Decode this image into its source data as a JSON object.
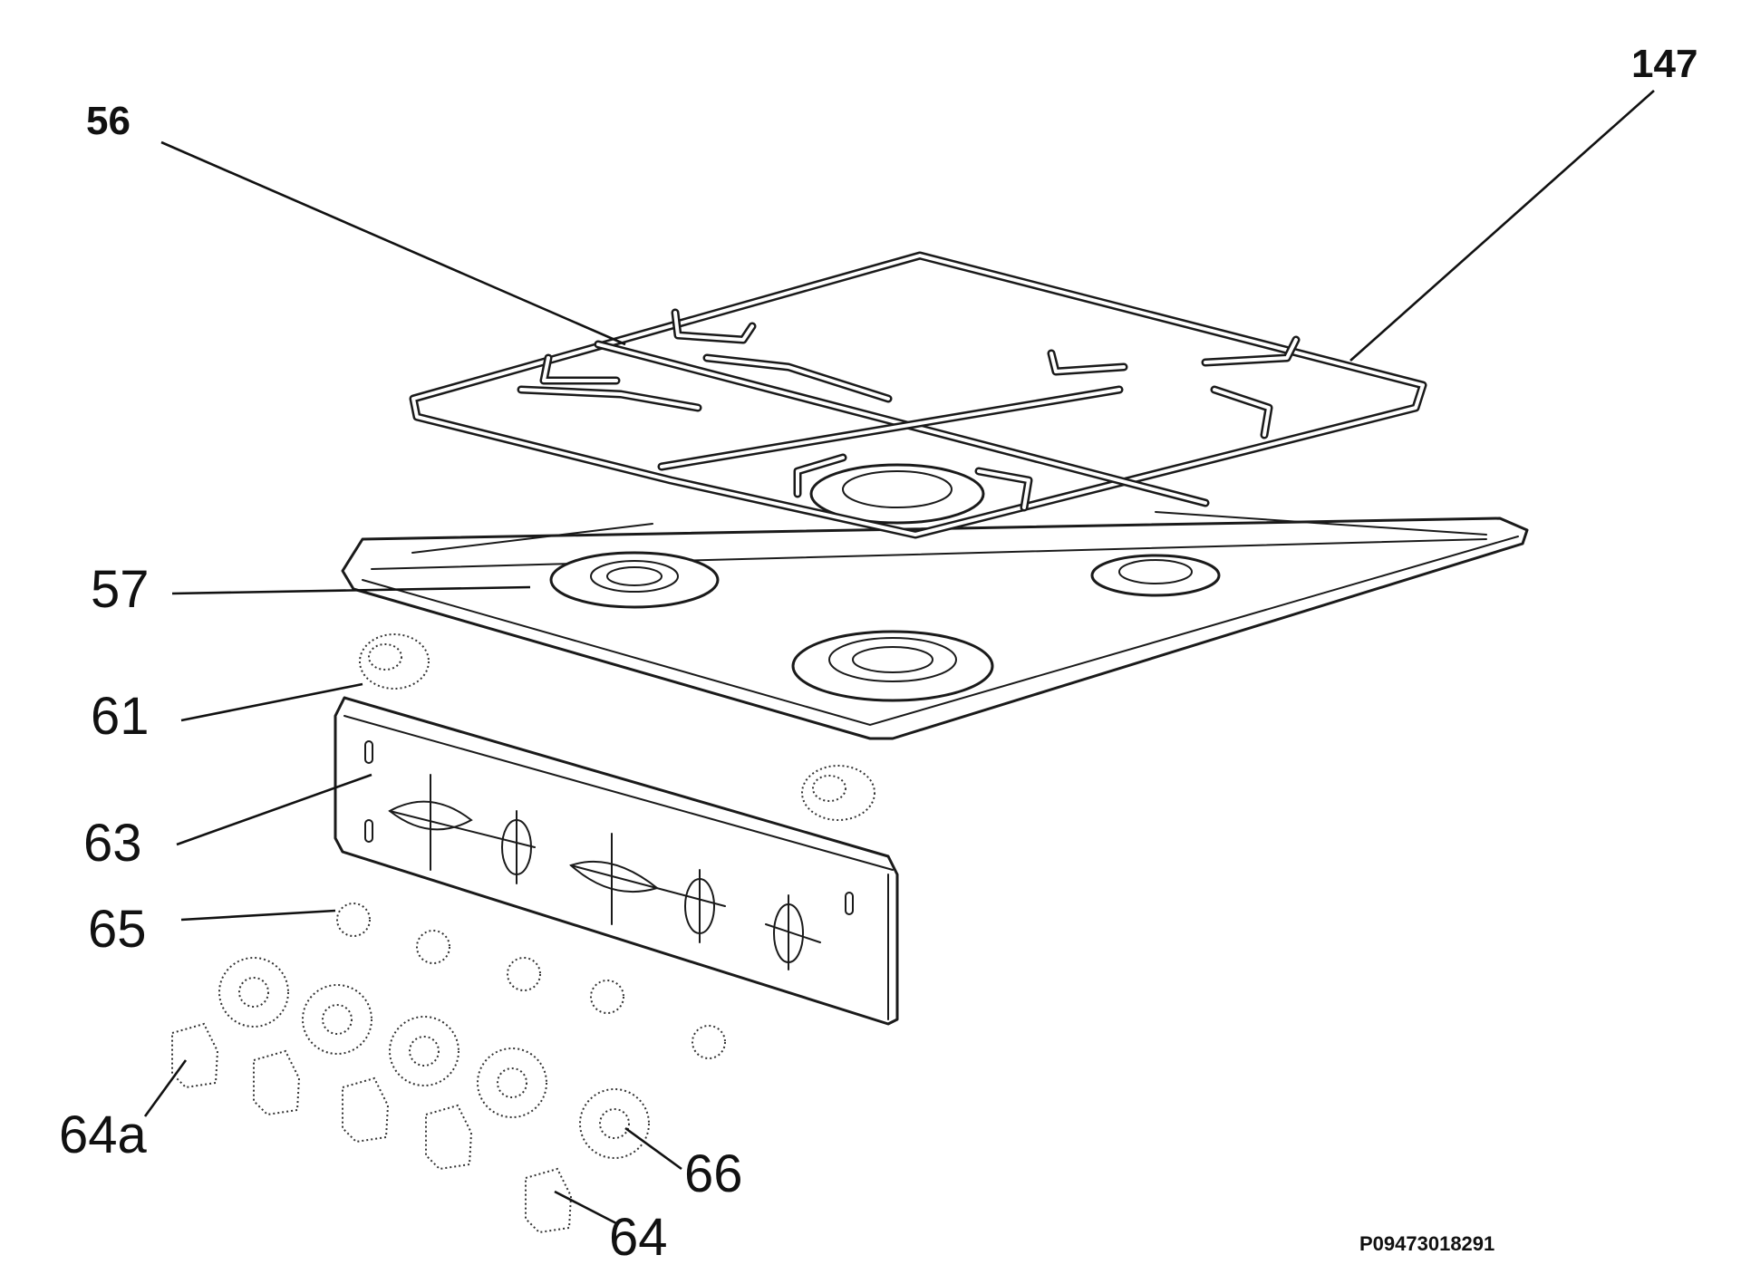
{
  "diagram": {
    "callouts": {
      "l56": "56",
      "l147": "147",
      "l57": "57",
      "l61": "61",
      "l63": "63",
      "l65": "65",
      "l64a": "64a",
      "l66": "66",
      "l64": "64"
    },
    "drawing_code": "P09473018291"
  }
}
